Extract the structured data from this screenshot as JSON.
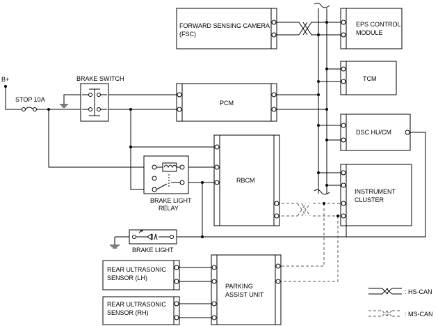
{
  "labels": {
    "b_plus": "B+",
    "stop_fuse": "STOP 10A",
    "brake_switch": "BRAKE SWITCH",
    "fsc_line1": "FORWARD SENSING CAMERA",
    "fsc_line2": "(FSC)",
    "eps_line1": "EPS CONTROL",
    "eps_line2": "MODULE",
    "tcm": "TCM",
    "pcm": "PCM",
    "dsc": "DSC HU/CM",
    "rbcm": "RBCM",
    "cluster_line1": "INSTRUMENT",
    "cluster_line2": "CLUSTER",
    "relay_line1": "BRAKE LIGHT",
    "relay_line2": "RELAY",
    "brake_light": "BRAKE LIGHT",
    "rus_lh_line1": "REAR ULTRASONIC",
    "rus_lh_line2": "SENSOR (LH)",
    "rus_rh_line1": "REAR ULTRASONIC",
    "rus_rh_line2": "SENSOR (RH)",
    "pau_line1": "PARKING",
    "pau_line2": "ASSIST UNIT"
  },
  "legend": {
    "hs_can": ": HS-CAN",
    "ms_can": ": MS-CAN"
  }
}
